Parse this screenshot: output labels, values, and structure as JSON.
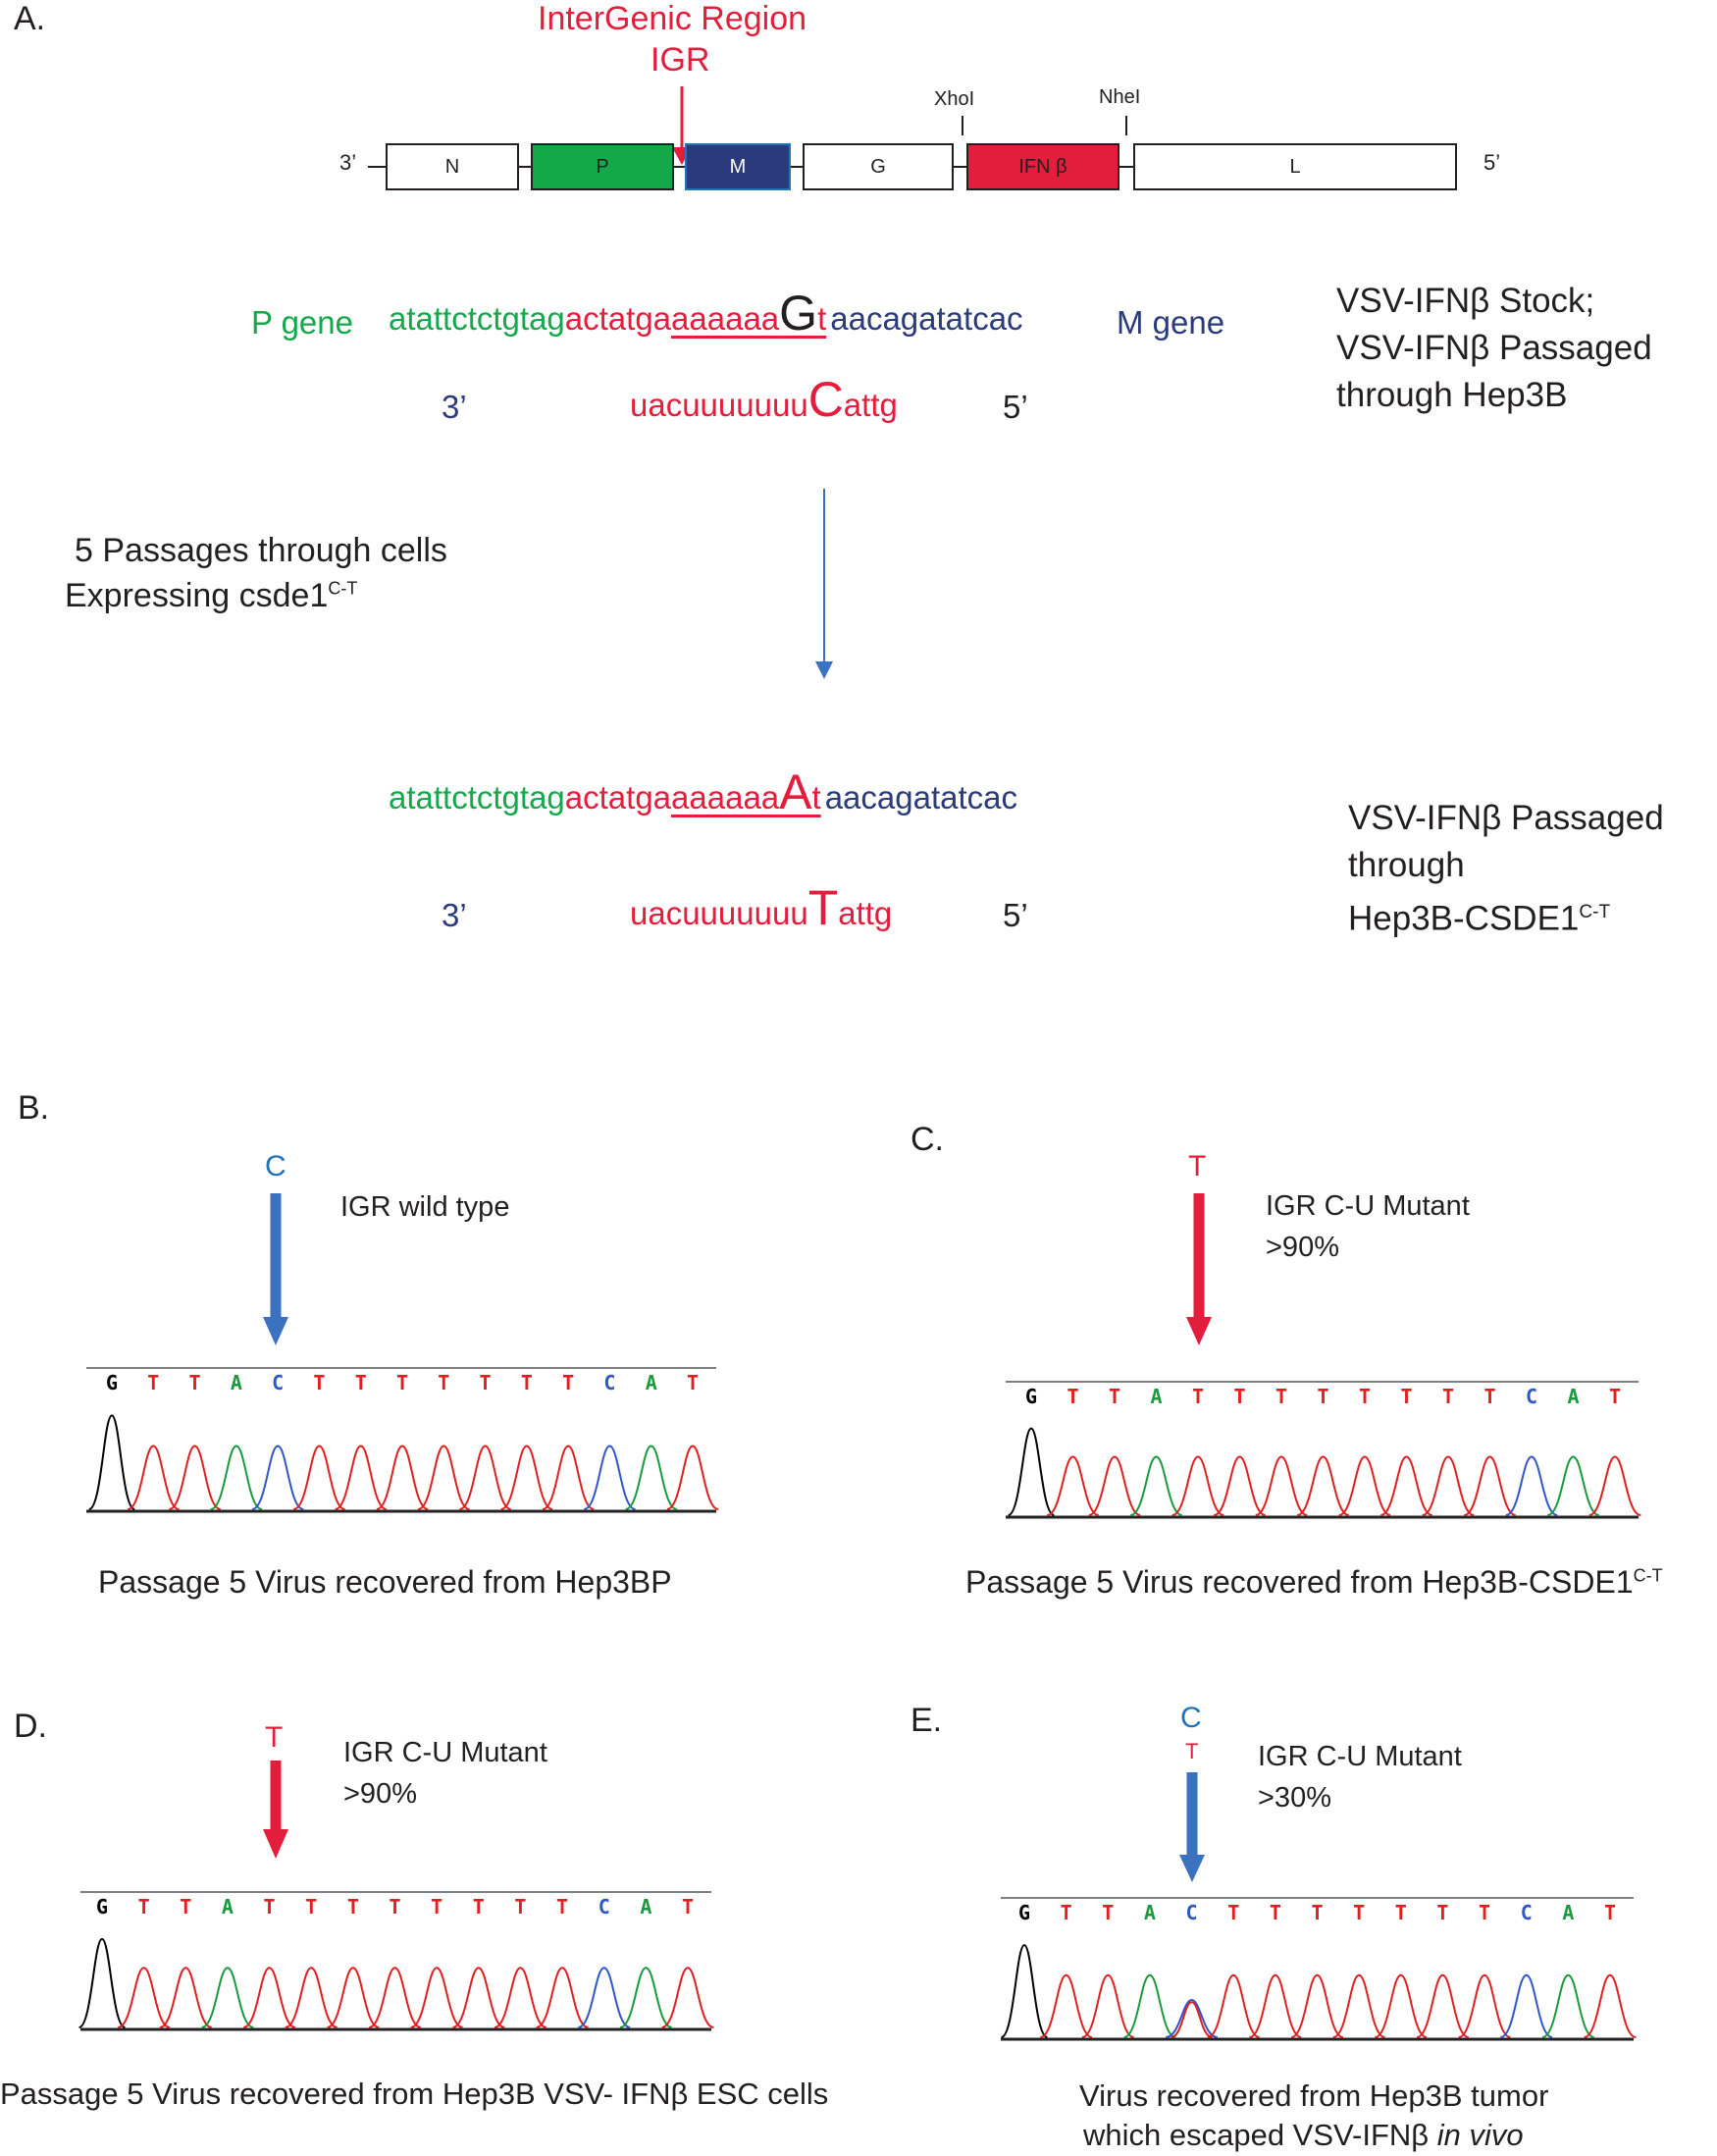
{
  "panels": {
    "a": {
      "letter": "A.",
      "igr_title": "InterGenic Region",
      "igr_abbr": "IGR",
      "end_3": "3’",
      "end_5": "5’",
      "genes": [
        {
          "label": "N",
          "fill": "#ffffff"
        },
        {
          "label": "P",
          "fill": "#14a84b"
        },
        {
          "label": "M",
          "fill": "#2a3a7b"
        },
        {
          "label": "G",
          "fill": "#ffffff"
        },
        {
          "label": "IFN β",
          "fill": "#e31e3c"
        },
        {
          "label": "L",
          "fill": "#ffffff"
        }
      ],
      "sites": [
        "XhoI",
        "NheI"
      ],
      "top_seq": {
        "p_gene_label": "P gene",
        "green_part": "atattctctgtag",
        "red_part": "actatga",
        "underlined": "aaaaaa",
        "big_letter": "G",
        "small_after": "t",
        "navy_part": "aacagatatcac",
        "m_gene_label": "M gene",
        "rna_3": "3’",
        "rna_red": "uacuuuuuuu",
        "rna_big": "C",
        "rna_after": "attg",
        "rna_5": "5’"
      },
      "side_top": [
        "VSV-IFNβ Stock;",
        "VSV-IFNβ Passaged",
        "through Hep3B"
      ],
      "passage_text_1": "5 Passages through cells",
      "passage_text_2": "Expressing csde1",
      "passage_sup": "C-T",
      "bottom_seq": {
        "green_part": "atattctctgtag",
        "red_part": "actatga",
        "underlined": "aaaaaa",
        "big_letter": "A",
        "small_after": "t",
        "navy_part": "aacagatatcac",
        "rna_3": "3’",
        "rna_red": "uacuuuuuuu",
        "rna_big": "T",
        "rna_after": "attg",
        "rna_5": "5’"
      },
      "side_bottom_1": "VSV-IFNβ Passaged",
      "side_bottom_2": "through",
      "side_bottom_3": "Hep3B-CSDE1",
      "side_bottom_sup": "C-T"
    },
    "b": {
      "letter": "B.",
      "arrow_letter": "C",
      "note_1": "IGR wild type",
      "note_2": "",
      "caption": "Passage 5 Virus recovered from Hep3BP",
      "bases": [
        "G",
        "T",
        "T",
        "A",
        "C",
        "T",
        "T",
        "T",
        "T",
        "T",
        "T",
        "T",
        "C",
        "A",
        "T"
      ]
    },
    "c": {
      "letter": "C.",
      "arrow_letter": "T",
      "note_1": "IGR C-U Mutant",
      "note_2": ">90%",
      "caption": "Passage 5 Virus recovered from Hep3B-CSDE1",
      "caption_sup": "C-T",
      "bases": [
        "G",
        "T",
        "T",
        "A",
        "T",
        "T",
        "T",
        "T",
        "T",
        "T",
        "T",
        "T",
        "C",
        "A",
        "T"
      ]
    },
    "d": {
      "letter": "D.",
      "arrow_letter": "T",
      "note_1": "IGR C-U Mutant",
      "note_2": ">90%",
      "caption": "Passage 5 Virus recovered from Hep3B VSV- IFNβ ESC cells",
      "bases": [
        "G",
        "T",
        "T",
        "A",
        "T",
        "T",
        "T",
        "T",
        "T",
        "T",
        "T",
        "T",
        "C",
        "A",
        "T"
      ]
    },
    "e": {
      "letter": "E.",
      "arrow_letter": "C",
      "arrow_letter_2": "T",
      "note_1": "IGR C-U Mutant",
      "note_2": ">30%",
      "caption_1": "Virus recovered from Hep3B tumor",
      "caption_2": "which escaped VSV-IFNβ ",
      "caption_2_italic": "in vivo",
      "bases": [
        "G",
        "T",
        "T",
        "A",
        "C",
        "T",
        "T",
        "T",
        "T",
        "T",
        "T",
        "T",
        "C",
        "A",
        "T"
      ]
    }
  },
  "colors": {
    "red": "#e31e3c",
    "green": "#14a84b",
    "navy": "#2a3a7b",
    "blue": "#1f73b6",
    "arrow_blue": "#3a72c0",
    "base_A": "#1a9a3c",
    "base_C": "#2f57c8",
    "base_G": "#000000",
    "base_T": "#e02020"
  }
}
